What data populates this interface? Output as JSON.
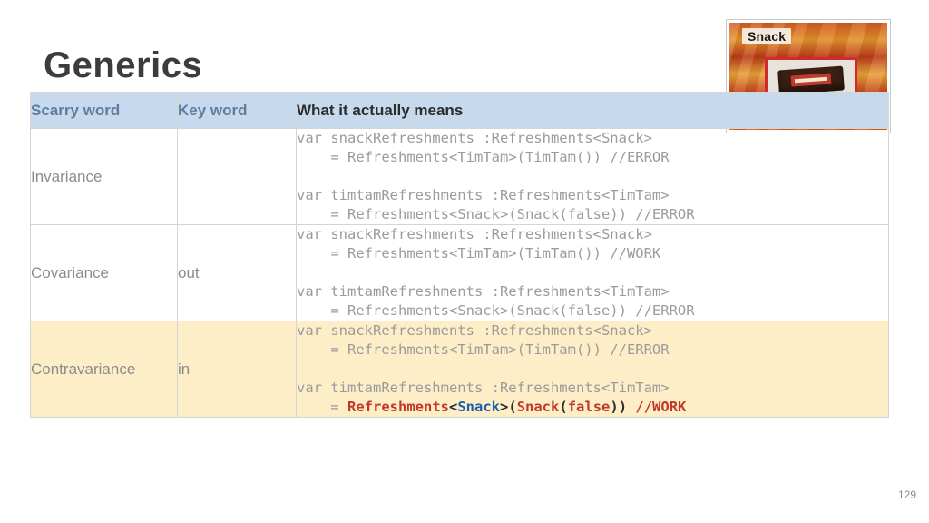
{
  "slide": {
    "title": "Generics",
    "page_number": "129"
  },
  "photo": {
    "caption": "Snack",
    "alt_name": "tim-tam-snack-photo"
  },
  "table": {
    "headers": {
      "scary_word": "Scarry word",
      "key_word": "Key word",
      "meaning": "What it actually means"
    },
    "rows": [
      {
        "scary_word": "Invariance",
        "key_word": "",
        "code_line_1": "var snackRefreshments :Refreshments<Snack>",
        "code_line_2": "    = Refreshments<TimTam>(TimTam()) //ERROR",
        "code_line_3": "var timtamRefreshments :Refreshments<TimTam>",
        "code_line_4": "    = Refreshments<Snack>(Snack(false)) //ERROR",
        "highlighted": false
      },
      {
        "scary_word": "Covariance",
        "key_word": "out",
        "code_line_1": "var snackRefreshments :Refreshments<Snack>",
        "code_line_2": "    = Refreshments<TimTam>(TimTam()) //WORK",
        "code_line_3": "var timtamRefreshments :Refreshments<TimTam>",
        "code_line_4": "    = Refreshments<Snack>(Snack(false)) //ERROR",
        "highlighted": false
      },
      {
        "scary_word": "Contravariance",
        "key_word": "in",
        "code_line_1": "var snackRefreshments :Refreshments<Snack>",
        "code_line_2": "    = Refreshments<TimTam>(TimTam()) //ERROR",
        "code_line_3": "var timtamRefreshments :Refreshments<TimTam>",
        "code_line_4_tokens": {
          "indent": "    = ",
          "ident": "Refreshments",
          "open_angle": "<",
          "type": "Snack",
          "close_angle": ">",
          "open_paren": "(",
          "ctor": "Snack",
          "inner_open": "(",
          "arg": "false",
          "inner_close": ")",
          "close_paren": ")",
          "comment": " //WORK"
        },
        "highlighted": true
      }
    ]
  },
  "colors": {
    "header_bg": "#c6d9ed",
    "header_text": "#5f7d9e",
    "highlight_row": "#fdeec8",
    "code_text": "#9b9b9b",
    "accent_red": "#c0392b",
    "accent_blue": "#1d5fa8"
  }
}
